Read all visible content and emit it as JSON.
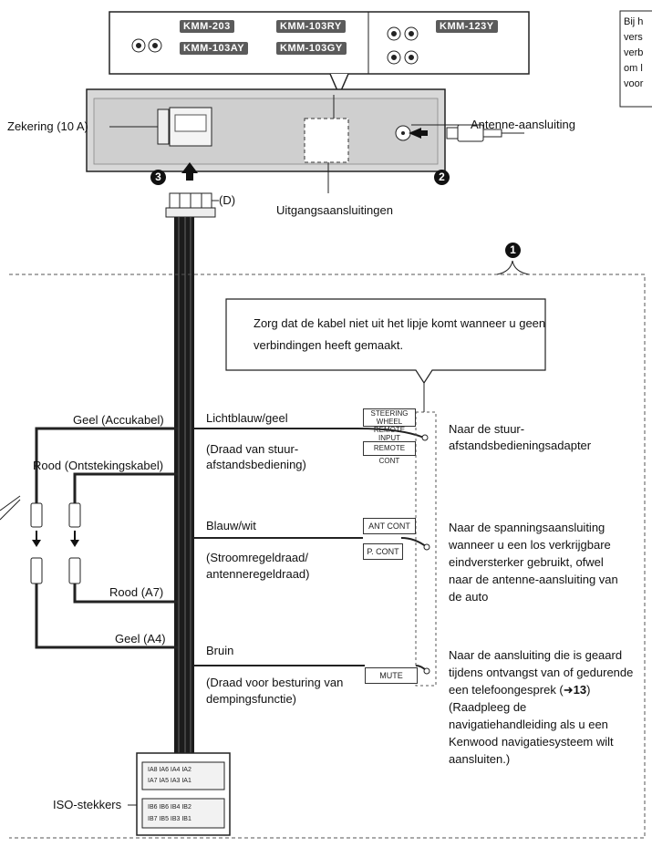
{
  "models": {
    "kmm203": "KMM-203",
    "kmm103ry": "KMM-103RY",
    "kmm103ay": "KMM-103AY",
    "kmm103gy": "KMM-103GY",
    "kmm123y": "KMM-123Y"
  },
  "labels": {
    "fuse": "Zekering (10 A)",
    "antenna": "Antenne-aansluiting",
    "outputs": "Uitgangsaansluitingen",
    "connector_d": "(D)",
    "badge_1": "1",
    "badge_2": "2",
    "badge_3": "3",
    "iso": "ISO-stekkers"
  },
  "side_note": {
    "line1": "Bij h",
    "line2": "vers",
    "line3": "verb",
    "line4": "om l",
    "line5": "voor"
  },
  "callout": {
    "line1": "Zorg dat de kabel niet uit het lipje komt wanneer u geen",
    "line2": "verbindingen heeft gemaakt."
  },
  "wires_left": {
    "yellow_battery": "Geel (Accukabel)",
    "red_ignition": "Rood (Ontstekingskabel)",
    "red_a7": "Rood (A7)",
    "yellow_a4": "Geel (A4)"
  },
  "wires_mid": {
    "lightblue": "Lichtblauw/geel",
    "lightblue_desc1": "(Draad van stuur-",
    "lightblue_desc2": "afstandsbediening)",
    "bluewhite": "Blauw/wit",
    "bluewhite_desc1": "(Stroomregeldraad/",
    "bluewhite_desc2": "antenneregeldraad)",
    "brown": "Bruin",
    "brown_desc1": "(Draad voor besturing van",
    "brown_desc2": "dempingsfunctie)"
  },
  "boxes": {
    "steering1": "STEERING WHEEL",
    "steering2": "REMOTE INPUT",
    "remote_cont": "REMOTE CONT",
    "ant_cont": "ANT CONT",
    "p_cont": "P. CONT",
    "mute": "MUTE"
  },
  "right": {
    "r1a": "Naar de stuur-",
    "r1b": "afstandsbedieningsadapter",
    "r2a": "Naar de spanningsaansluiting",
    "r2b": "wanneer u een los verkrijgbare",
    "r2c": "eindversterker gebruikt, ofwel",
    "r2d": "naar de antenne-aansluiting van",
    "r2e": "de auto",
    "r3a": "Naar de aansluiting die is geaard",
    "r3b": "tijdens ontvangst van of gedurende",
    "r3c": "een telefoongesprek (",
    "r3ref": "13",
    "r3d": ")",
    "r3e": "(Raadpleeg de",
    "r3f": "navigatiehandleiding als u een",
    "r3g": "Kenwood navigatiesysteem wilt",
    "r3h": "aansluiten.)"
  },
  "iso_pins": {
    "a_top": "IA8 IA6 IA4 IA2",
    "a_bot": "IA7 IA5 IA3 IA1",
    "b_top": "IB6 IB6 IB4 IB2",
    "b_bot": "IB7 IB5 IB3 IB1"
  }
}
